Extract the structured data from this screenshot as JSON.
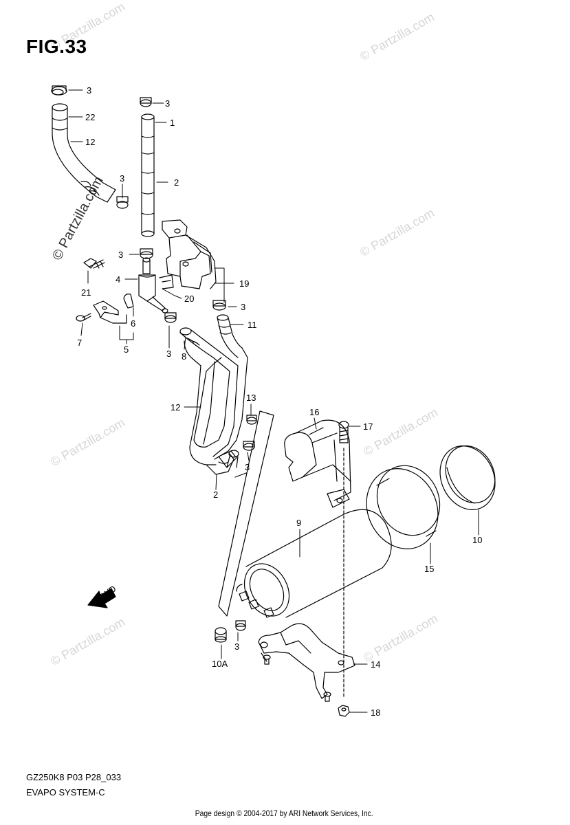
{
  "figure": {
    "title": "FIG.33",
    "caption_line1": "GZ250K8 P03 P28_033",
    "caption_line2": "EVAPO SYSTEM-C"
  },
  "footer": {
    "text": "Page design © 2004-2017 by ARI Network Services, Inc."
  },
  "watermark": {
    "text": "© Partzilla.com"
  },
  "fwd_label": "FWD",
  "callouts": [
    {
      "id": "c1",
      "label": "3"
    },
    {
      "id": "c2",
      "label": "22"
    },
    {
      "id": "c3",
      "label": "12"
    },
    {
      "id": "c4",
      "label": "3"
    },
    {
      "id": "c5",
      "label": "1"
    },
    {
      "id": "c6",
      "label": "2"
    },
    {
      "id": "c7",
      "label": "3"
    },
    {
      "id": "c8",
      "label": "3"
    },
    {
      "id": "c9",
      "label": "4"
    },
    {
      "id": "c10",
      "label": "21"
    },
    {
      "id": "c11",
      "label": "19"
    },
    {
      "id": "c12",
      "label": "20"
    },
    {
      "id": "c13",
      "label": "3"
    },
    {
      "id": "c14",
      "label": "11"
    },
    {
      "id": "c15",
      "label": "6"
    },
    {
      "id": "c16",
      "label": "7"
    },
    {
      "id": "c17",
      "label": "5"
    },
    {
      "id": "c18",
      "label": "3"
    },
    {
      "id": "c19",
      "label": "8"
    },
    {
      "id": "c20",
      "label": "12"
    },
    {
      "id": "c21",
      "label": "13"
    },
    {
      "id": "c22",
      "label": "3"
    },
    {
      "id": "c23",
      "label": "2"
    },
    {
      "id": "c24",
      "label": "16"
    },
    {
      "id": "c25",
      "label": "17"
    },
    {
      "id": "c26",
      "label": "9"
    },
    {
      "id": "c27",
      "label": "10"
    },
    {
      "id": "c28",
      "label": "15"
    },
    {
      "id": "c29",
      "label": "3"
    },
    {
      "id": "c30",
      "label": "10A"
    },
    {
      "id": "c31",
      "label": "14"
    },
    {
      "id": "c32",
      "label": "18"
    }
  ]
}
